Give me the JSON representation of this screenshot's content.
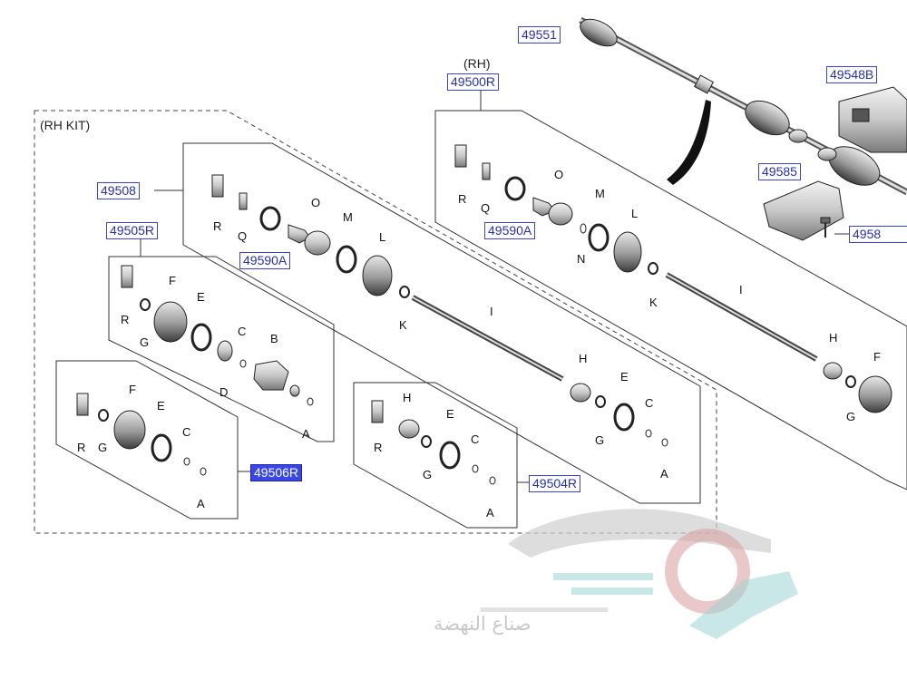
{
  "kits": {
    "rh_kit_caption": "(RH KIT)",
    "rh_caption": "(RH)"
  },
  "part_numbers": {
    "p49551": "49551",
    "p49500R": "49500R",
    "p49548B": "49548B",
    "p49585": "49585",
    "p4958x": "4958",
    "p49590A_top": "49590A",
    "p49590A_left": "49590A",
    "p49508": "49508",
    "p49505R": "49505R",
    "p49506R": "49506R",
    "p49504R": "49504R"
  },
  "selected_part": "49506R",
  "component_letters": [
    "A",
    "B",
    "C",
    "D",
    "E",
    "F",
    "G",
    "H",
    "I",
    "K",
    "L",
    "M",
    "N",
    "O",
    "Q",
    "R"
  ],
  "watermark": {
    "text": "صناع النهضة",
    "colors": {
      "red": "#d9a3a3",
      "teal": "#9fd3d3",
      "gray": "#cfcfcf"
    }
  },
  "colors": {
    "line": "#222222",
    "partno_border": "#3b43c7",
    "partno_text": "#2a2fae",
    "selected_fill": "#3a47e8"
  }
}
